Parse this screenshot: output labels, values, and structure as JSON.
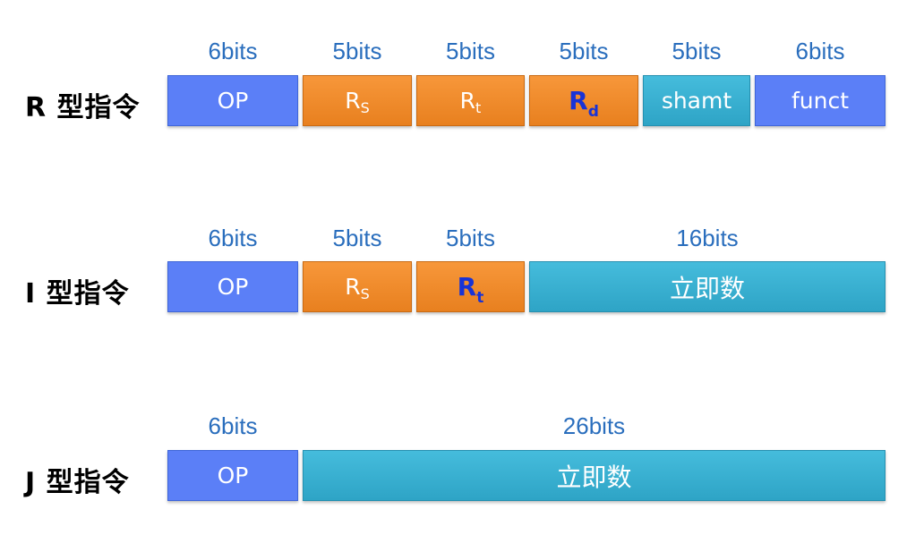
{
  "rows": {
    "r": {
      "label": "R 型指令",
      "bits": [
        "6bits",
        "5bits",
        "5bits",
        "5bits",
        "5bits",
        "6bits"
      ],
      "fields": {
        "op": "OP",
        "rs_main": "R",
        "rs_sub": "S",
        "rt_main": "R",
        "rt_sub": "t",
        "rd_main": "R",
        "rd_sub": "d",
        "shamt": "shamt",
        "funct": "funct"
      }
    },
    "i": {
      "label": "I 型指令",
      "bits": [
        "6bits",
        "5bits",
        "5bits",
        "16bits"
      ],
      "fields": {
        "op": "OP",
        "rs_main": "R",
        "rs_sub": "S",
        "rt_main": "R",
        "rt_sub": "t",
        "imm": "立即数"
      }
    },
    "j": {
      "label": "J 型指令",
      "bits": [
        "6bits",
        "26bits"
      ],
      "fields": {
        "op": "OP",
        "imm": "立即数"
      }
    }
  },
  "colors": {
    "op": "#5b7ff7",
    "register": "#f08a2b",
    "immediate": "#36b0d3",
    "highlight_text": "#1833d6",
    "bits_text": "#2a6ebd"
  }
}
